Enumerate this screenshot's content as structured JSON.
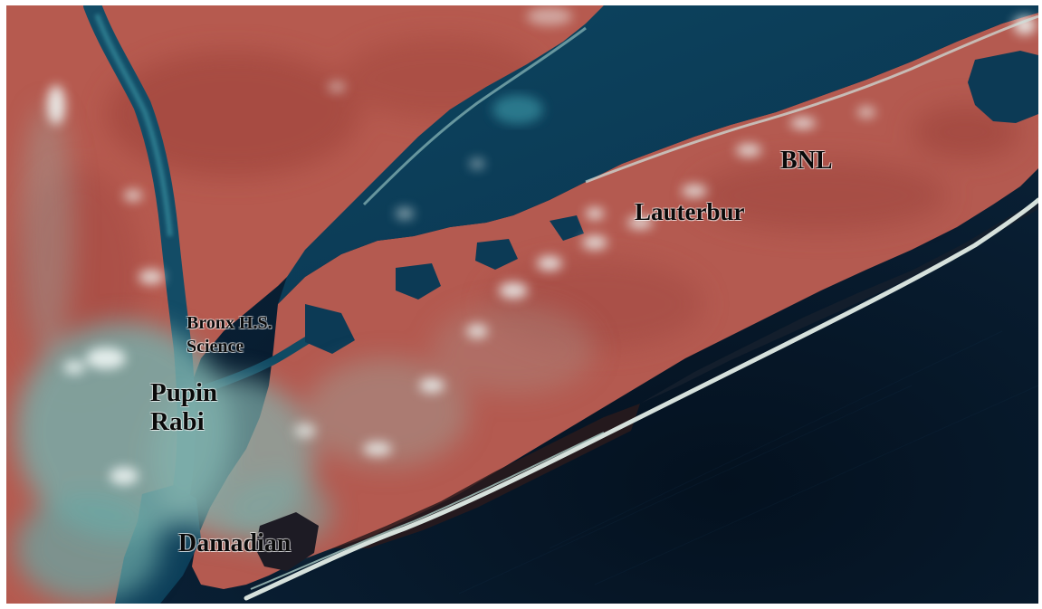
{
  "map": {
    "colors": {
      "land": "#b8584e",
      "land_dark": "#9a4039",
      "urban": "#7fb1ad",
      "sound_water": "#0c3b56",
      "ocean": "#061729",
      "beach": "#d8e3de",
      "cloud": "#eef6f4",
      "label_text": "#0a0a0a"
    },
    "labels": {
      "bnl": "BNL",
      "lauterbur": "Lauterbur",
      "bronx_line1": "Bronx H.S.",
      "bronx_line2": "Science",
      "pupin": "Pupin",
      "rabi": "Rabi",
      "damadian": "Damadian"
    }
  }
}
